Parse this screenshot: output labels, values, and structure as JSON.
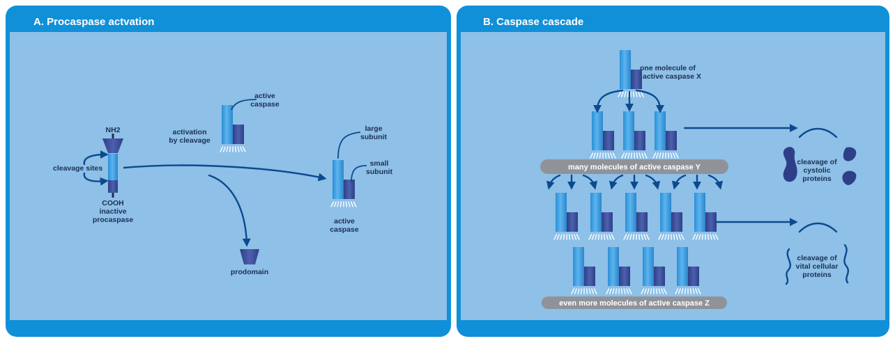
{
  "panel_a": {
    "title": "A. Procaspase actvation",
    "labels": {
      "nh2": "NH2",
      "cooh": "COOH",
      "cleavage_sites": "cleavage sites",
      "inactive_procaspase": [
        "inactive",
        "procaspase"
      ],
      "activation_by_cleavage": [
        "activation",
        "by cleavage"
      ],
      "active_caspase_top": [
        "active",
        "caspase"
      ],
      "large_subunit": [
        "large",
        "subunit"
      ],
      "small_subunit": [
        "small",
        "subunit"
      ],
      "active_caspase_right": [
        "active",
        "caspase"
      ],
      "prodomain": "prodomain"
    }
  },
  "panel_b": {
    "title": "B. Caspase cascade",
    "labels": {
      "one_molecule": [
        "one molecule of",
        "active caspase X"
      ],
      "many_molecules": "many molecules of active caspase Y",
      "even_more": "even more molecules of active caspase Z",
      "cleavage_cystolic": [
        "cleavage of",
        "cystolic",
        "proteins"
      ],
      "cleavage_vital": [
        "cleavage of",
        "vital cellular",
        "proteins"
      ]
    }
  },
  "colors": {
    "panel_bg": "#8ec0e8",
    "header_blue": "#1090d8",
    "caspase_large": "#3fa1e2",
    "caspase_small": "#3d4e9b",
    "arrow": "#0c4a8e",
    "pill": "#8f9399"
  }
}
